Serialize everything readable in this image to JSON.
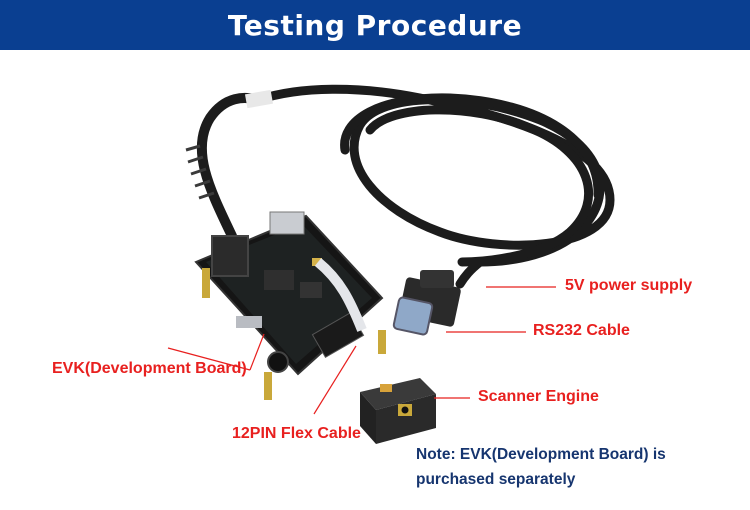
{
  "header": {
    "title": "Testing Procedure",
    "background": "#0a3f91"
  },
  "labels": {
    "power_supply": "5V power supply",
    "rs232_cable": "RS232 Cable",
    "scanner_engine": "Scanner Engine",
    "evk": "EVK(Development Board)",
    "flex_cable": "12PIN Flex Cable"
  },
  "note": {
    "line1": "Note: EVK(Development Board) is",
    "line2": "purchased separately"
  },
  "colors": {
    "label_red": "#e8201f",
    "note_blue": "#16356f"
  },
  "photo_subject": "development-kit-photo"
}
